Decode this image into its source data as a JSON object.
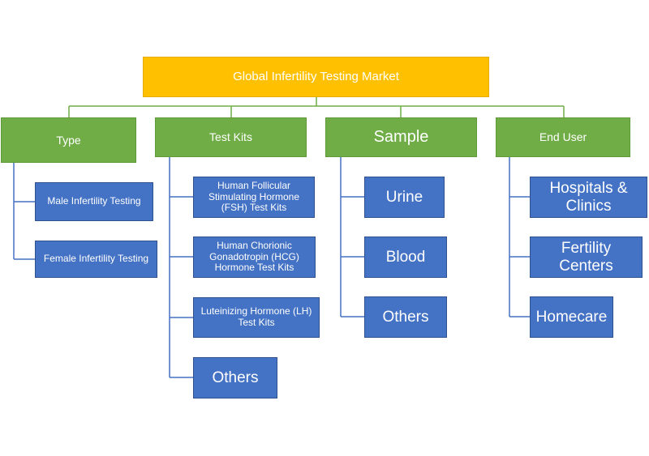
{
  "colors": {
    "root": "#FFC000",
    "category": "#70AD47",
    "leaf": "#4472C4",
    "connector_green": "#70AD47",
    "connector_blue": "#4472C4"
  },
  "root": {
    "label": "Global Infertility Testing Market"
  },
  "categories": [
    {
      "label": "Type",
      "children": [
        "Male Infertility Testing",
        "Female Infertility Testing"
      ]
    },
    {
      "label": "Test Kits",
      "children": [
        "Human Follicular Stimulating Hormone (FSH) Test Kits",
        "Human Chorionic Gonadotropin (HCG) Hormone Test Kits",
        "Luteinizing Hormone (LH) Test Kits",
        "Others"
      ]
    },
    {
      "label": "Sample",
      "children": [
        "Urine",
        "Blood",
        "Others"
      ]
    },
    {
      "label": "End User",
      "children": [
        "Hospitals & Clinics",
        "Fertility Centers",
        "Homecare"
      ]
    }
  ]
}
